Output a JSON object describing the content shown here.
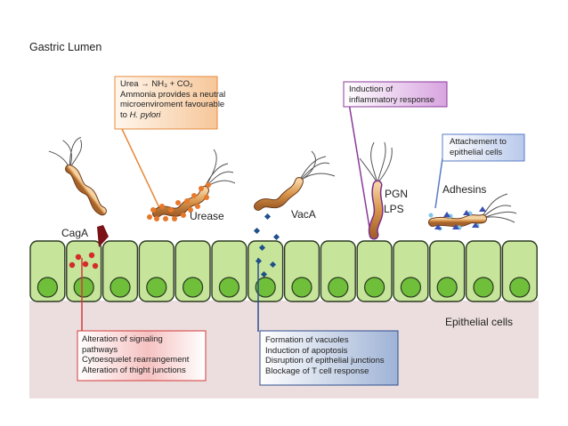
{
  "title": "Gastric Lumen",
  "bottom_label": "Epithelial cells",
  "colors": {
    "cell_fill": "#c6e49a",
    "cell_stroke": "#2c3a22",
    "nucleus": "#6fbf3b",
    "submucosa": "#ebdcdc",
    "urease_box": "#e88a3c",
    "inflammation_box": "#8b3a9b",
    "adhesin_box": "#5a7cc7",
    "caga_box": "#d43a3a",
    "vaca_box": "#2e4f8f"
  },
  "factors": {
    "caga": "CagA",
    "urease": "Urease",
    "vaca": "VacA",
    "pgn": "PGN",
    "lps": "LPS",
    "adhesins": "Adhesins"
  },
  "urease_box": {
    "line1": "Urea → NH₃ + CO₂",
    "line2": "Ammonia provides a neutral",
    "line3": "microenviroment favourable",
    "line4_prefix": "to ",
    "line4_species": "H. pylori"
  },
  "inflammation_box": {
    "line1": "Induction of",
    "line2": "inflammatory response"
  },
  "adhesin_box": {
    "line1": "Attachement to",
    "line2": "epithelial cells"
  },
  "caga_box": {
    "line1": "Alteration of signaling",
    "line2": "pathways",
    "line3": "Cytoesquelet rearrangement",
    "line4": "Alteration of thight junctions"
  },
  "vaca_box": {
    "line1": "Formation of vacuoles",
    "line2": "Induction of apoptosis",
    "line3": "Disruption of epithelial junctions",
    "line4": "Blockage of T cell response"
  }
}
